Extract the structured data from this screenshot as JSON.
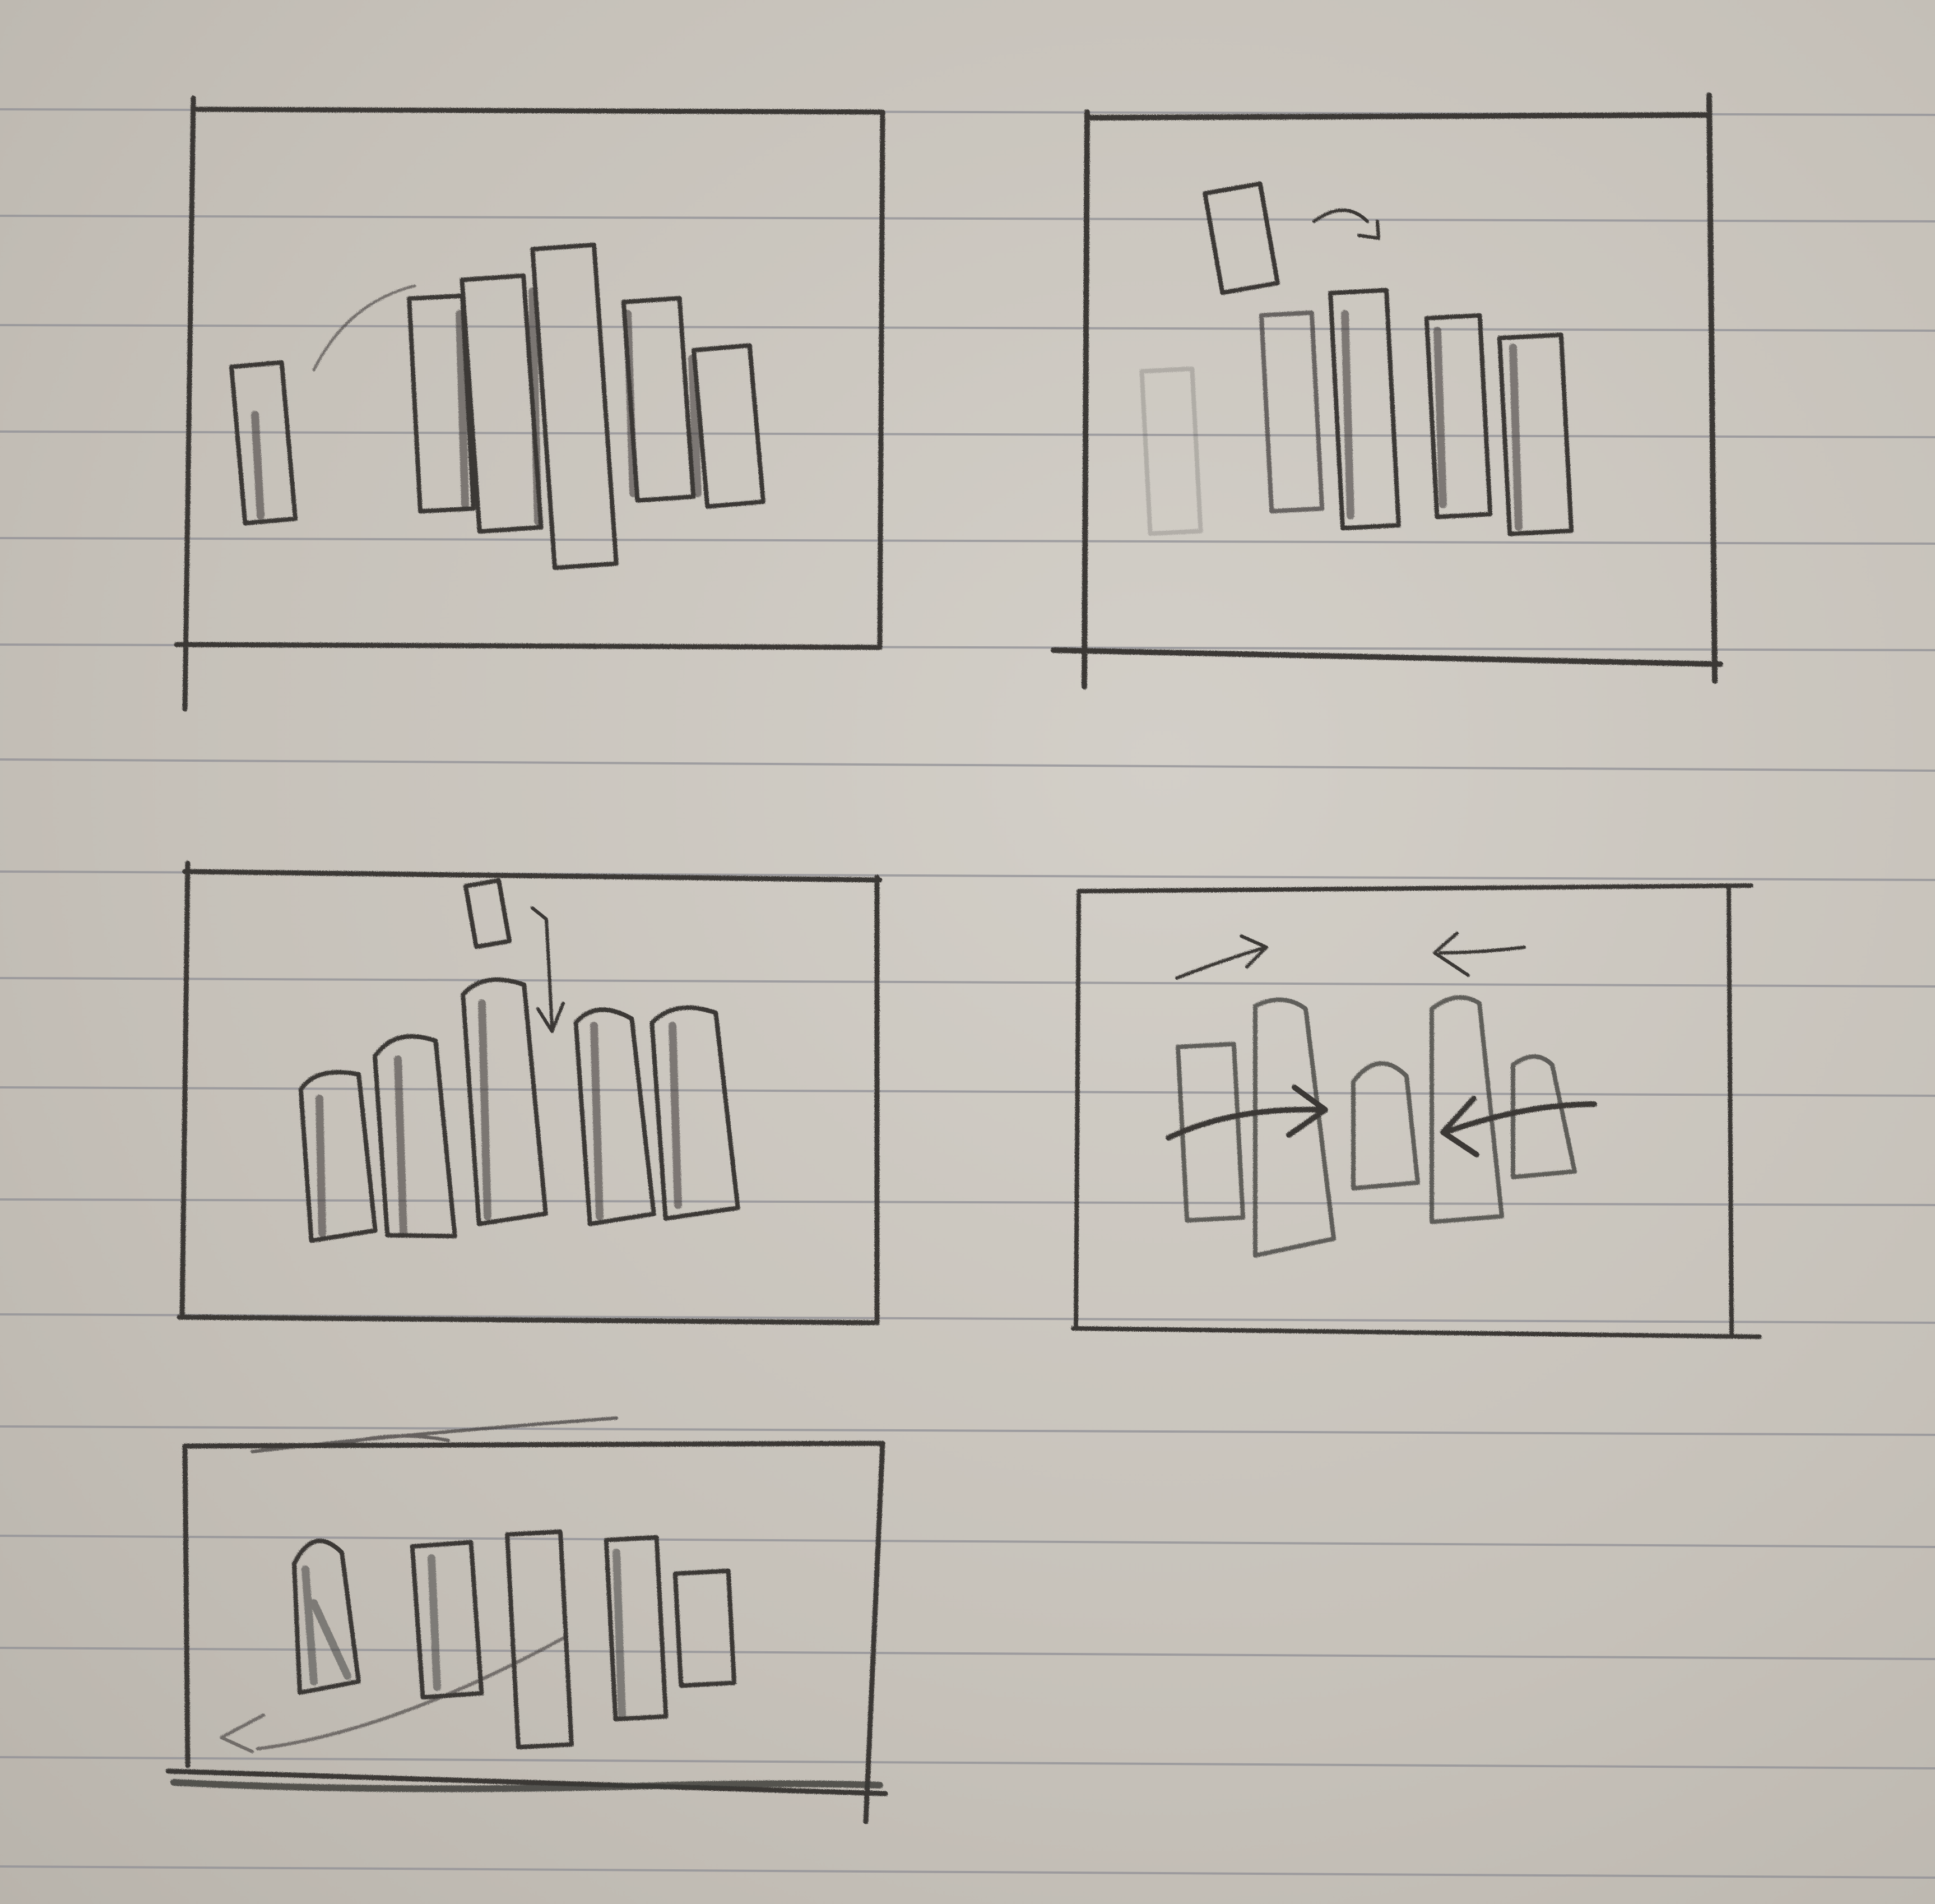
{
  "page": {
    "paper_color": "#cdc8c0",
    "rule_color": "#8f8f95",
    "pencil_color": "#3a3836"
  },
  "storyboard": {
    "panels": [
      {
        "id": "panel-1",
        "description_icon": "bars-arc-sketch"
      },
      {
        "id": "panel-2",
        "description_icon": "bar-lifted-sketch"
      },
      {
        "id": "panel-3",
        "description_icon": "bar-dropping-sketch"
      },
      {
        "id": "panel-4",
        "description_icon": "bars-converging-sketch"
      },
      {
        "id": "panel-5",
        "description_icon": "bars-sweep-sketch"
      }
    ]
  }
}
